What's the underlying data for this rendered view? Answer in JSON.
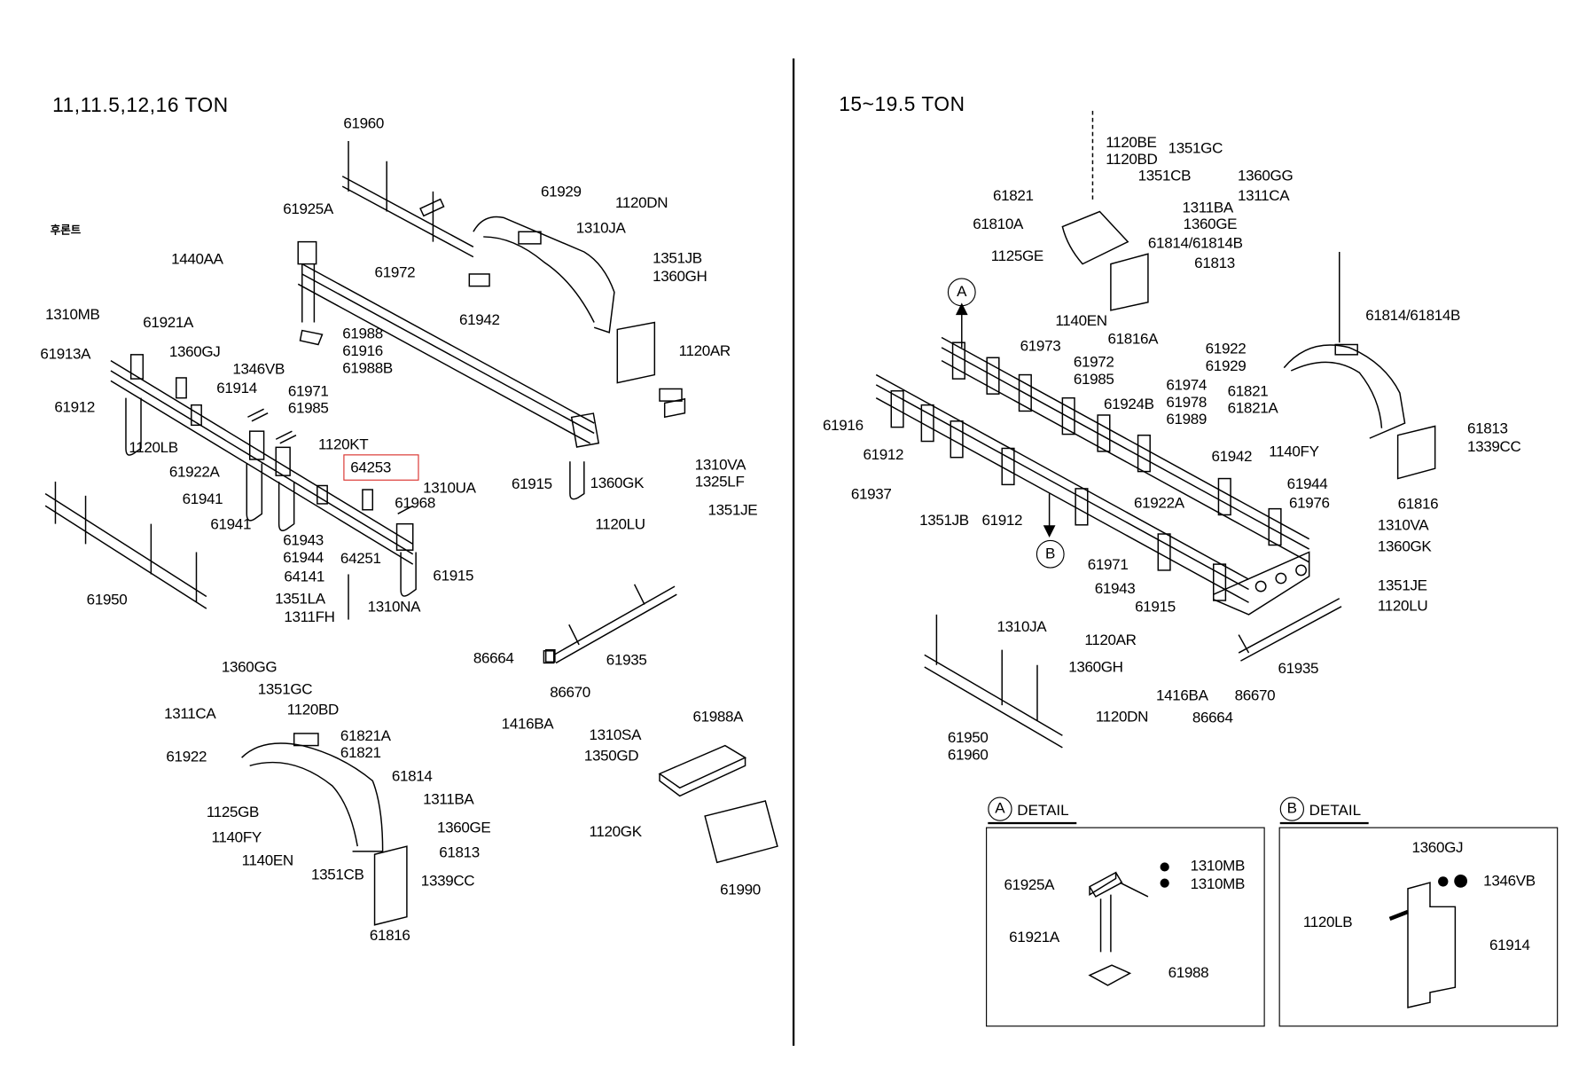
{
  "left_panel": {
    "title": "11,11.5,12,16  TON",
    "korean_note": "후론트",
    "highlighted_part": "64253",
    "labels": [
      {
        "id": "l1",
        "text": "61960"
      },
      {
        "id": "l2",
        "text": "61925A"
      },
      {
        "id": "l3",
        "text": "1440AA"
      },
      {
        "id": "l4",
        "text": "61972"
      },
      {
        "id": "l5",
        "text": "61929"
      },
      {
        "id": "l6",
        "text": "1120DN"
      },
      {
        "id": "l7",
        "text": "1310JA"
      },
      {
        "id": "l8",
        "text": "1351JB"
      },
      {
        "id": "l9",
        "text": "1360GH"
      },
      {
        "id": "l10",
        "text": "61942"
      },
      {
        "id": "l11",
        "text": "1120AR"
      },
      {
        "id": "l12",
        "text": "1310MB"
      },
      {
        "id": "l13",
        "text": "61921A"
      },
      {
        "id": "l14",
        "text": "61913A"
      },
      {
        "id": "l15",
        "text": "1360GJ"
      },
      {
        "id": "l16",
        "text": "1346VB"
      },
      {
        "id": "l17",
        "text": "61914"
      },
      {
        "id": "l18",
        "text": "61912"
      },
      {
        "id": "l19",
        "text": "1120LB"
      },
      {
        "id": "l20",
        "text": "61922A"
      },
      {
        "id": "l21",
        "text": "61988\n61916\n61988B"
      },
      {
        "id": "l22",
        "text": "61971\n61985"
      },
      {
        "id": "l23",
        "text": "1120KT"
      },
      {
        "id": "l24",
        "text": "64253"
      },
      {
        "id": "l25",
        "text": "1310UA"
      },
      {
        "id": "l26",
        "text": "61968"
      },
      {
        "id": "l27",
        "text": "61941"
      },
      {
        "id": "l28",
        "text": "61941"
      },
      {
        "id": "l29",
        "text": "61943\n61944"
      },
      {
        "id": "l30",
        "text": "64251"
      },
      {
        "id": "l31",
        "text": "61915"
      },
      {
        "id": "l32",
        "text": "64141"
      },
      {
        "id": "l33",
        "text": "1351LA"
      },
      {
        "id": "l34",
        "text": "1310NA"
      },
      {
        "id": "l35",
        "text": "1311FH"
      },
      {
        "id": "l36",
        "text": "61950"
      },
      {
        "id": "l37",
        "text": "61915"
      },
      {
        "id": "l38",
        "text": "1360GK"
      },
      {
        "id": "l39",
        "text": "1310VA\n1325LF"
      },
      {
        "id": "l40",
        "text": "1351JE"
      },
      {
        "id": "l41",
        "text": "1120LU"
      },
      {
        "id": "l42",
        "text": "86664"
      },
      {
        "id": "l43",
        "text": "61935"
      },
      {
        "id": "l44",
        "text": "86670"
      },
      {
        "id": "l45",
        "text": "1416BA"
      },
      {
        "id": "l46",
        "text": "1360GG"
      },
      {
        "id": "l47",
        "text": "1351GC"
      },
      {
        "id": "l48",
        "text": "1311CA"
      },
      {
        "id": "l49",
        "text": "1120BD"
      },
      {
        "id": "l50",
        "text": "61821A\n61821"
      },
      {
        "id": "l51",
        "text": "61922"
      },
      {
        "id": "l52",
        "text": "61814"
      },
      {
        "id": "l53",
        "text": "1311BA"
      },
      {
        "id": "l54",
        "text": "1125GB"
      },
      {
        "id": "l55",
        "text": "1360GE"
      },
      {
        "id": "l56",
        "text": "1140FY"
      },
      {
        "id": "l57",
        "text": "1140EN"
      },
      {
        "id": "l58",
        "text": "1351CB"
      },
      {
        "id": "l59",
        "text": "61813"
      },
      {
        "id": "l60",
        "text": "1339CC"
      },
      {
        "id": "l61",
        "text": "61816"
      },
      {
        "id": "l62",
        "text": "1310SA"
      },
      {
        "id": "l63",
        "text": "61988A"
      },
      {
        "id": "l64",
        "text": "1350GD"
      },
      {
        "id": "l65",
        "text": "1120GK"
      },
      {
        "id": "l66",
        "text": "61990"
      }
    ]
  },
  "right_panel": {
    "title": "15~19.5  TON",
    "callouts": [
      "A",
      "B"
    ],
    "labels": [
      {
        "id": "r1",
        "text": "1120BE\n1120BD"
      },
      {
        "id": "r2",
        "text": "1351GC"
      },
      {
        "id": "r3",
        "text": "1360GG"
      },
      {
        "id": "r4",
        "text": "1351CB"
      },
      {
        "id": "r5",
        "text": "1311CA"
      },
      {
        "id": "r6",
        "text": "61821"
      },
      {
        "id": "r7",
        "text": "1311BA"
      },
      {
        "id": "r8",
        "text": "1360GE"
      },
      {
        "id": "r9",
        "text": "61810A"
      },
      {
        "id": "r10",
        "text": "61814/61814B"
      },
      {
        "id": "r11",
        "text": "1125GE"
      },
      {
        "id": "r12",
        "text": "61813"
      },
      {
        "id": "r13",
        "text": "1140EN"
      },
      {
        "id": "r14",
        "text": "61816A"
      },
      {
        "id": "r15",
        "text": "61814/61814B"
      },
      {
        "id": "r16",
        "text": "61973"
      },
      {
        "id": "r17",
        "text": "61972\n61985"
      },
      {
        "id": "r18",
        "text": "61922\n61929"
      },
      {
        "id": "r19",
        "text": "61974\n61978\n61989"
      },
      {
        "id": "r20",
        "text": "61821\n61821A"
      },
      {
        "id": "r21",
        "text": "61916"
      },
      {
        "id": "r22",
        "text": "61924B"
      },
      {
        "id": "r23",
        "text": "61813"
      },
      {
        "id": "r24",
        "text": "1140FY"
      },
      {
        "id": "r25",
        "text": "1339CC"
      },
      {
        "id": "r26",
        "text": "61912"
      },
      {
        "id": "r27",
        "text": "61942"
      },
      {
        "id": "r28",
        "text": "61937"
      },
      {
        "id": "r29",
        "text": "1351JB"
      },
      {
        "id": "r30",
        "text": "61912"
      },
      {
        "id": "r31",
        "text": "61944"
      },
      {
        "id": "r32",
        "text": "61922A"
      },
      {
        "id": "r33",
        "text": "61976"
      },
      {
        "id": "r34",
        "text": "61816"
      },
      {
        "id": "r35",
        "text": "1310VA"
      },
      {
        "id": "r36",
        "text": "1360GK"
      },
      {
        "id": "r37",
        "text": "61971"
      },
      {
        "id": "r38",
        "text": "61943"
      },
      {
        "id": "r39",
        "text": "1351JE"
      },
      {
        "id": "r40",
        "text": "61915"
      },
      {
        "id": "r41",
        "text": "1120LU"
      },
      {
        "id": "r42",
        "text": "1310JA"
      },
      {
        "id": "r43",
        "text": "1120AR"
      },
      {
        "id": "r44",
        "text": "1360GH"
      },
      {
        "id": "r45",
        "text": "61935"
      },
      {
        "id": "r46",
        "text": "1416BA"
      },
      {
        "id": "r47",
        "text": "86670"
      },
      {
        "id": "r48",
        "text": "86664"
      },
      {
        "id": "r49",
        "text": "1120DN"
      },
      {
        "id": "r50",
        "text": "61950\n61960"
      }
    ]
  },
  "detail_a": {
    "callout": "A",
    "heading": "DETAIL",
    "labels": [
      {
        "id": "a1",
        "text": "61925A"
      },
      {
        "id": "a2",
        "text": "1310MB"
      },
      {
        "id": "a3",
        "text": "1310MB"
      },
      {
        "id": "a4",
        "text": "61921A"
      },
      {
        "id": "a5",
        "text": "61988"
      }
    ]
  },
  "detail_b": {
    "callout": "B",
    "heading": "DETAIL",
    "labels": [
      {
        "id": "b1",
        "text": "1360GJ"
      },
      {
        "id": "b2",
        "text": "1346VB"
      },
      {
        "id": "b3",
        "text": "1120LB"
      },
      {
        "id": "b4",
        "text": "61914"
      }
    ]
  },
  "colors": {
    "line": "#000000",
    "background": "#ffffff",
    "highlight": "#d9302b"
  }
}
